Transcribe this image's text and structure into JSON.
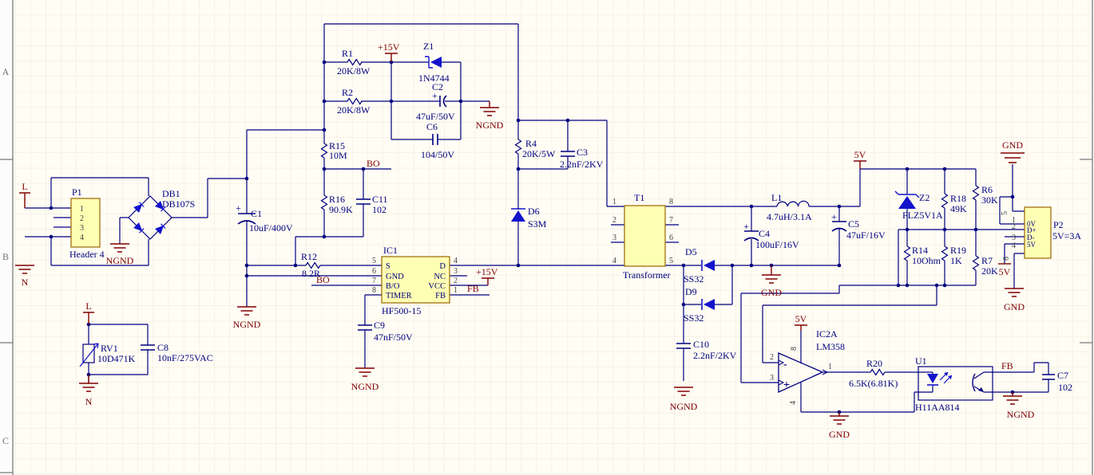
{
  "sheet": {
    "zones": [
      "A",
      "B",
      "C"
    ]
  },
  "nets": {
    "bo": "BO",
    "fb": "FB",
    "p15": "+15V",
    "v5": "5V",
    "gnd": "GND",
    "ngnd": "NGND",
    "l": "L",
    "n": "N"
  },
  "components": {
    "P1": {
      "ref": "P1",
      "val": "Header 4",
      "pins": [
        "1",
        "2",
        "3",
        "4"
      ]
    },
    "DB1": {
      "ref": "DB1",
      "val": "DB107S"
    },
    "RV1": {
      "ref": "RV1",
      "val": "10D471K"
    },
    "C8": {
      "ref": "C8",
      "val": "10nF/275VAC"
    },
    "C1": {
      "ref": "C1",
      "val": "10uF/400V",
      "plus": "+"
    },
    "R1": {
      "ref": "R1",
      "val": "20K/8W"
    },
    "R2": {
      "ref": "R2",
      "val": "20K/8W"
    },
    "Z1": {
      "ref": "Z1",
      "val": "1N4744"
    },
    "C2": {
      "ref": "C2",
      "val": "47uF/50V",
      "plus": "+"
    },
    "C6": {
      "ref": "C6",
      "val": "104/50V"
    },
    "R15": {
      "ref": "R15",
      "val": "10M"
    },
    "R16": {
      "ref": "R16",
      "val": "90.9K"
    },
    "C11": {
      "ref": "C11",
      "val": "102"
    },
    "R12": {
      "ref": "R12",
      "val": "8.2R"
    },
    "IC1": {
      "ref": "IC1",
      "val": "HF500-15",
      "left_names": [
        "S",
        "GND",
        "B/O",
        "TIMER"
      ],
      "left_nums": [
        "5",
        "6",
        "7",
        "8"
      ],
      "right_names": [
        "D",
        "NC",
        "VCC",
        "FB"
      ],
      "right_nums": [
        "4",
        "3",
        "2",
        "1"
      ]
    },
    "C9": {
      "ref": "C9",
      "val": "47nF/50V"
    },
    "R4": {
      "ref": "R4",
      "val": "20K/5W"
    },
    "C3": {
      "ref": "C3",
      "val": "2.2nF/2KV"
    },
    "D6": {
      "ref": "D6",
      "val": "S3M"
    },
    "T1": {
      "ref": "T1",
      "val": "Transformer",
      "left_nums": [
        "1",
        "2",
        "3",
        "4"
      ],
      "right_nums": [
        "8",
        "7",
        "6",
        "5"
      ]
    },
    "D5": {
      "ref": "D5",
      "val": "SS32"
    },
    "D9": {
      "ref": "D9",
      "val": "SS32"
    },
    "C10": {
      "ref": "C10",
      "val": "2.2nF/2KV"
    },
    "C4": {
      "ref": "C4",
      "val": "100uF/16V",
      "plus": "+"
    },
    "C5": {
      "ref": "C5",
      "val": "47uF/16V",
      "plus": "+"
    },
    "L1": {
      "ref": "L1",
      "val": "4.7uH/3.1A"
    },
    "Z2": {
      "ref": "Z2",
      "val": "FLZ5V1A"
    },
    "R18": {
      "ref": "R18",
      "val": "49K"
    },
    "R6": {
      "ref": "R6",
      "val": "30K"
    },
    "R14": {
      "ref": "R14",
      "val": "10Ohm"
    },
    "R19": {
      "ref": "R19",
      "val": "1K"
    },
    "R7": {
      "ref": "R7",
      "val": "20K"
    },
    "IC2": {
      "ref": "IC2A",
      "val": "LM358",
      "pin_out": "1",
      "pin_inv": "2",
      "pin_ni": "3",
      "pin_vcc": "8",
      "pin_gnd": "4",
      "minus": "-",
      "plus": "+"
    },
    "R20": {
      "ref": "R20",
      "val": "6.5K(6.81K)"
    },
    "U1": {
      "ref": "U1",
      "val": "H11AA814"
    },
    "C7": {
      "ref": "C7",
      "val": "102"
    },
    "P2": {
      "ref": "P2",
      "val": "5V=3A",
      "row_labels": [
        "0V",
        "D+",
        "D-",
        "5V"
      ],
      "pin_nums": [
        "5",
        "1",
        "2",
        "3",
        "4",
        "6"
      ]
    }
  }
}
